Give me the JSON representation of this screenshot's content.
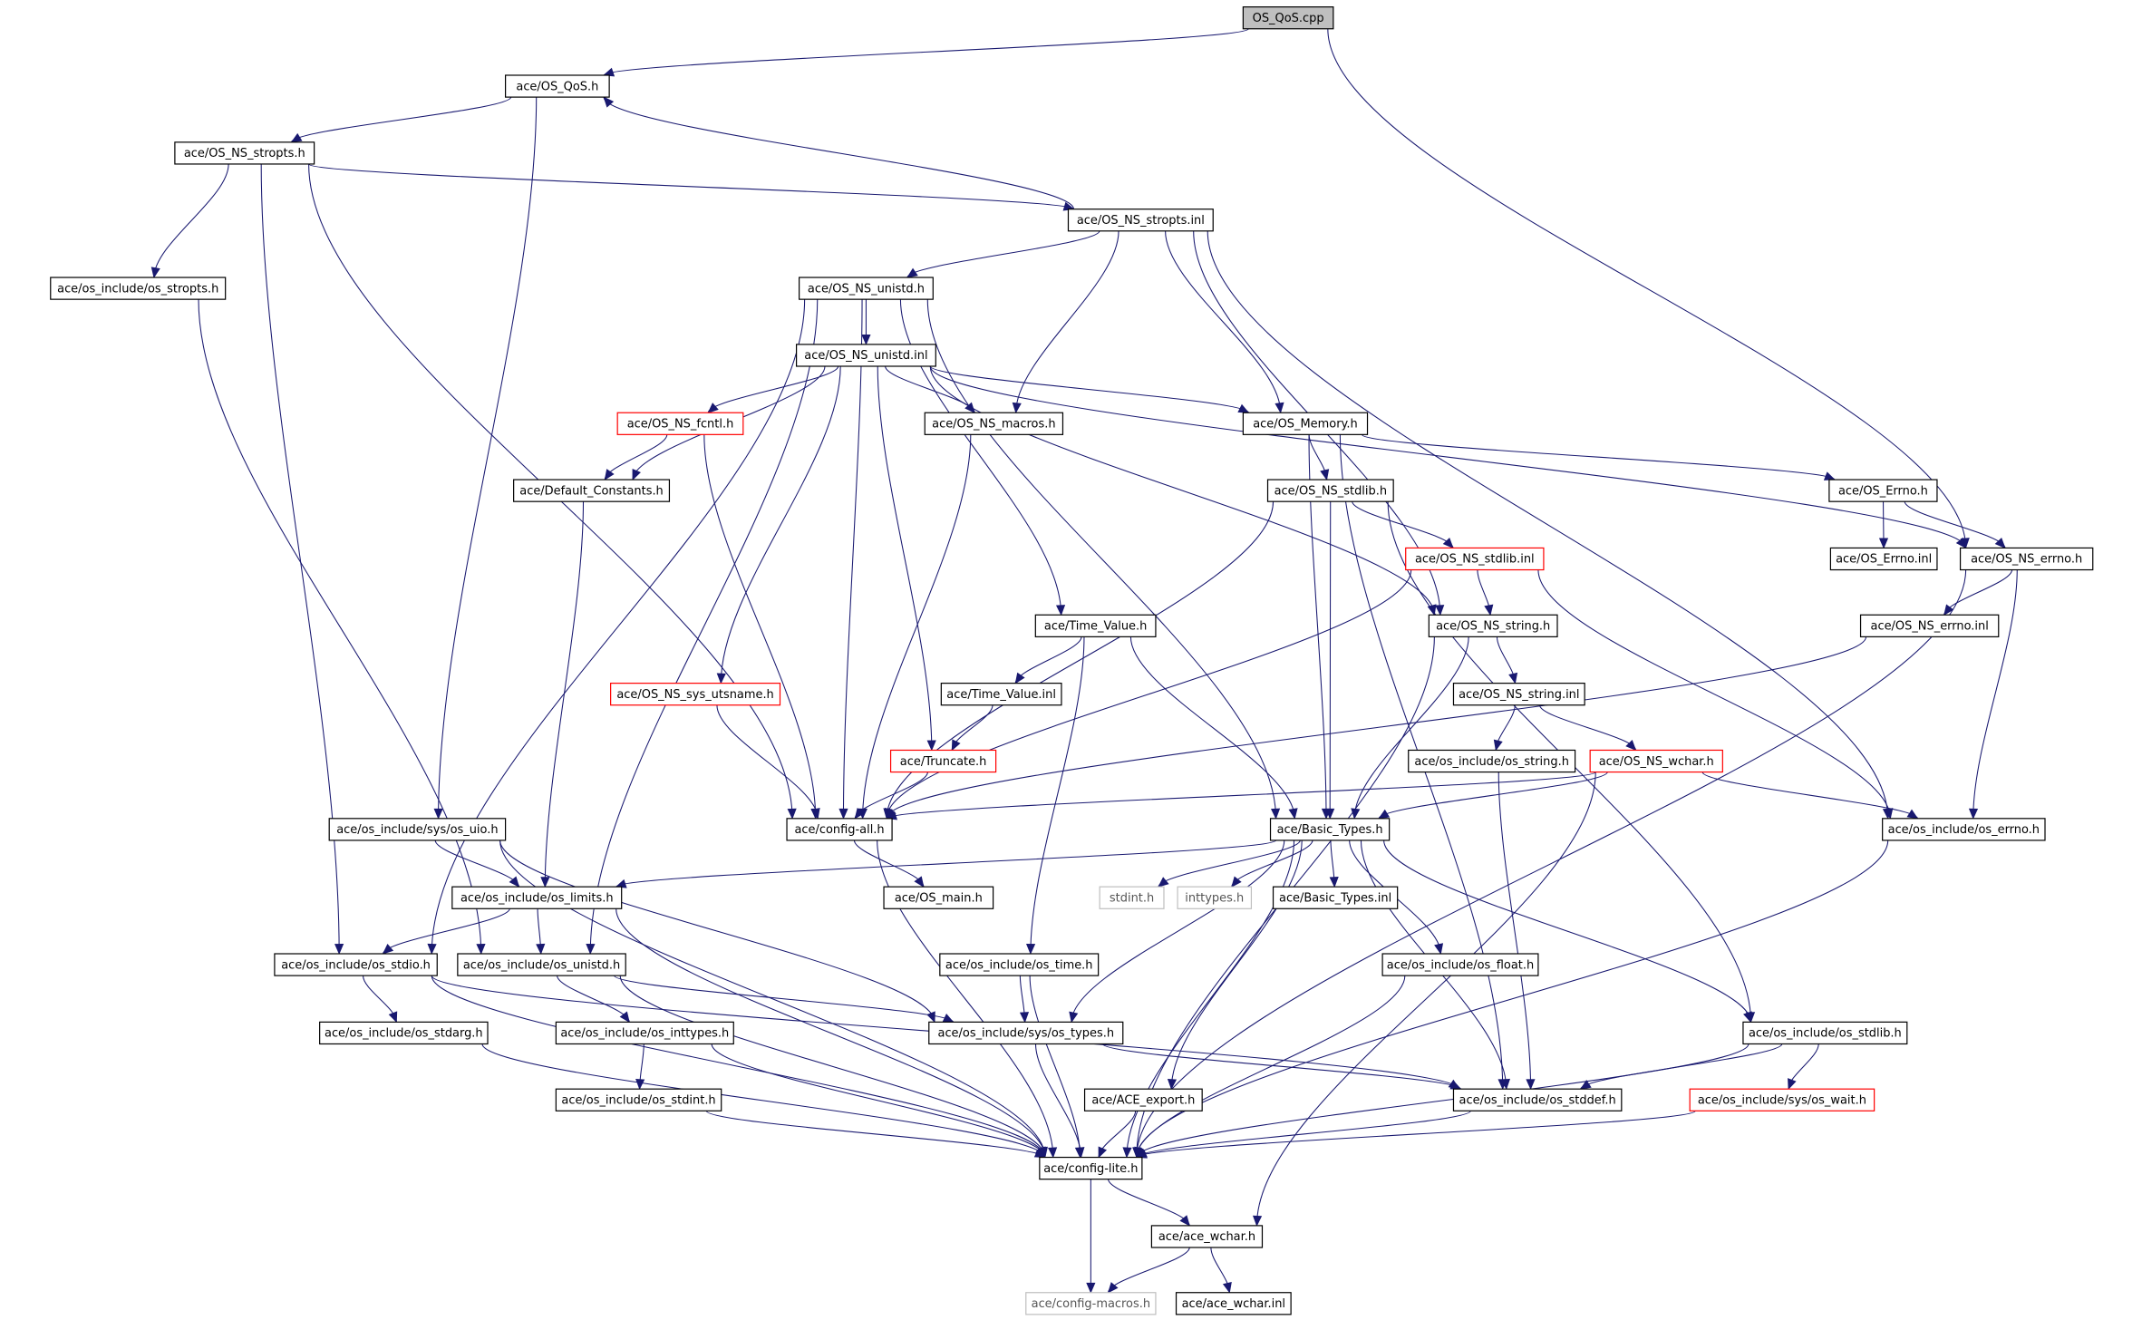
{
  "diagram": {
    "type": "include-dependency-graph",
    "colors": {
      "edge": "#191970",
      "root_fill": "#bfbfbf",
      "incomplete_border": "#ff0000",
      "external_border": "#bfbfbf"
    },
    "nodes": [
      {
        "label": "OS_QoS.cpp",
        "kind": "root"
      },
      {
        "label": "ace/OS_QoS.h",
        "kind": "normal"
      },
      {
        "label": "ace/OS_NS_stropts.h",
        "kind": "normal"
      },
      {
        "label": "ace/OS_NS_stropts.inl",
        "kind": "normal"
      },
      {
        "label": "ace/os_include/os_stropts.h",
        "kind": "normal"
      },
      {
        "label": "ace/OS_NS_unistd.h",
        "kind": "normal"
      },
      {
        "label": "ace/OS_NS_unistd.inl",
        "kind": "normal"
      },
      {
        "label": "ace/OS_NS_fcntl.h",
        "kind": "red"
      },
      {
        "label": "ace/OS_NS_macros.h",
        "kind": "normal"
      },
      {
        "label": "ace/OS_Memory.h",
        "kind": "normal"
      },
      {
        "label": "ace/Default_Constants.h",
        "kind": "normal"
      },
      {
        "label": "ace/OS_NS_stdlib.h",
        "kind": "normal"
      },
      {
        "label": "ace/OS_Errno.h",
        "kind": "normal"
      },
      {
        "label": "ace/OS_NS_stdlib.inl",
        "kind": "red"
      },
      {
        "label": "ace/OS_Errno.inl",
        "kind": "normal"
      },
      {
        "label": "ace/OS_NS_errno.h",
        "kind": "normal"
      },
      {
        "label": "ace/Time_Value.h",
        "kind": "normal"
      },
      {
        "label": "ace/OS_NS_string.h",
        "kind": "normal"
      },
      {
        "label": "ace/OS_NS_errno.inl",
        "kind": "normal"
      },
      {
        "label": "ace/Time_Value.inl",
        "kind": "normal"
      },
      {
        "label": "ace/OS_NS_sys_utsname.h",
        "kind": "red"
      },
      {
        "label": "ace/OS_NS_string.inl",
        "kind": "normal"
      },
      {
        "label": "ace/Truncate.h",
        "kind": "red"
      },
      {
        "label": "ace/os_include/os_string.h",
        "kind": "normal"
      },
      {
        "label": "ace/OS_NS_wchar.h",
        "kind": "red"
      },
      {
        "label": "ace/os_include/sys/os_uio.h",
        "kind": "normal"
      },
      {
        "label": "ace/config-all.h",
        "kind": "normal"
      },
      {
        "label": "ace/Basic_Types.h",
        "kind": "normal"
      },
      {
        "label": "ace/os_include/os_errno.h",
        "kind": "normal"
      },
      {
        "label": "ace/os_include/os_limits.h",
        "kind": "normal"
      },
      {
        "label": "ace/OS_main.h",
        "kind": "normal"
      },
      {
        "label": "stdint.h",
        "kind": "gray"
      },
      {
        "label": "inttypes.h",
        "kind": "gray"
      },
      {
        "label": "ace/Basic_Types.inl",
        "kind": "normal"
      },
      {
        "label": "ace/os_include/os_stdio.h",
        "kind": "normal"
      },
      {
        "label": "ace/os_include/os_unistd.h",
        "kind": "normal"
      },
      {
        "label": "ace/os_include/os_time.h",
        "kind": "normal"
      },
      {
        "label": "ace/os_include/os_float.h",
        "kind": "normal"
      },
      {
        "label": "ace/os_include/os_stdarg.h",
        "kind": "normal"
      },
      {
        "label": "ace/os_include/os_inttypes.h",
        "kind": "normal"
      },
      {
        "label": "ace/os_include/sys/os_types.h",
        "kind": "normal"
      },
      {
        "label": "ace/os_include/os_stdlib.h",
        "kind": "normal"
      },
      {
        "label": "ace/os_include/os_stdint.h",
        "kind": "normal"
      },
      {
        "label": "ace/ACE_export.h",
        "kind": "normal"
      },
      {
        "label": "ace/os_include/os_stddef.h",
        "kind": "normal"
      },
      {
        "label": "ace/os_include/sys/os_wait.h",
        "kind": "red"
      },
      {
        "label": "ace/config-lite.h",
        "kind": "normal"
      },
      {
        "label": "ace/ace_wchar.h",
        "kind": "normal"
      },
      {
        "label": "ace/config-macros.h",
        "kind": "gray"
      },
      {
        "label": "ace/ace_wchar.inl",
        "kind": "normal"
      }
    ],
    "edges": [
      [
        0,
        1
      ],
      [
        0,
        15
      ],
      [
        1,
        2
      ],
      [
        1,
        25
      ],
      [
        2,
        4
      ],
      [
        2,
        3
      ],
      [
        2,
        34
      ],
      [
        2,
        26
      ],
      [
        3,
        1
      ],
      [
        3,
        5
      ],
      [
        3,
        8
      ],
      [
        3,
        9
      ],
      [
        3,
        17
      ],
      [
        3,
        28
      ],
      [
        4,
        35
      ],
      [
        5,
        6
      ],
      [
        5,
        16
      ],
      [
        5,
        27
      ],
      [
        5,
        26
      ],
      [
        5,
        34
      ],
      [
        5,
        35
      ],
      [
        6,
        7
      ],
      [
        6,
        10
      ],
      [
        6,
        8
      ],
      [
        6,
        9
      ],
      [
        6,
        15
      ],
      [
        6,
        20
      ],
      [
        6,
        22
      ],
      [
        6,
        17
      ],
      [
        7,
        10
      ],
      [
        7,
        26
      ],
      [
        8,
        26
      ],
      [
        9,
        11
      ],
      [
        9,
        12
      ],
      [
        9,
        27
      ],
      [
        9,
        44
      ],
      [
        10,
        29
      ],
      [
        11,
        13
      ],
      [
        11,
        27
      ],
      [
        11,
        26
      ],
      [
        11,
        41
      ],
      [
        12,
        14
      ],
      [
        12,
        15
      ],
      [
        13,
        17
      ],
      [
        13,
        26
      ],
      [
        13,
        28
      ],
      [
        15,
        18
      ],
      [
        15,
        28
      ],
      [
        15,
        46
      ],
      [
        16,
        19
      ],
      [
        16,
        27
      ],
      [
        16,
        36
      ],
      [
        17,
        21
      ],
      [
        17,
        27
      ],
      [
        17,
        46
      ],
      [
        18,
        26
      ],
      [
        19,
        22
      ],
      [
        20,
        26
      ],
      [
        21,
        23
      ],
      [
        21,
        24
      ],
      [
        22,
        26
      ],
      [
        23,
        44
      ],
      [
        24,
        27
      ],
      [
        24,
        26
      ],
      [
        24,
        28
      ],
      [
        24,
        47
      ],
      [
        25,
        29
      ],
      [
        25,
        40
      ],
      [
        25,
        46
      ],
      [
        26,
        30
      ],
      [
        26,
        46
      ],
      [
        27,
        29
      ],
      [
        27,
        31
      ],
      [
        27,
        32
      ],
      [
        27,
        33
      ],
      [
        27,
        37
      ],
      [
        27,
        41
      ],
      [
        27,
        44
      ],
      [
        27,
        43
      ],
      [
        27,
        40
      ],
      [
        27,
        46
      ],
      [
        28,
        46
      ],
      [
        29,
        34
      ],
      [
        29,
        35
      ],
      [
        29,
        46
      ],
      [
        34,
        38
      ],
      [
        34,
        46
      ],
      [
        34,
        44
      ],
      [
        35,
        39
      ],
      [
        35,
        40
      ],
      [
        35,
        46
      ],
      [
        36,
        40
      ],
      [
        36,
        46
      ],
      [
        37,
        46
      ],
      [
        38,
        46
      ],
      [
        39,
        42
      ],
      [
        39,
        46
      ],
      [
        40,
        44
      ],
      [
        40,
        46
      ],
      [
        41,
        45
      ],
      [
        41,
        44
      ],
      [
        41,
        46
      ],
      [
        42,
        46
      ],
      [
        43,
        46
      ],
      [
        44,
        46
      ],
      [
        45,
        46
      ],
      [
        46,
        48
      ],
      [
        46,
        47
      ],
      [
        47,
        48
      ],
      [
        47,
        49
      ]
    ]
  }
}
